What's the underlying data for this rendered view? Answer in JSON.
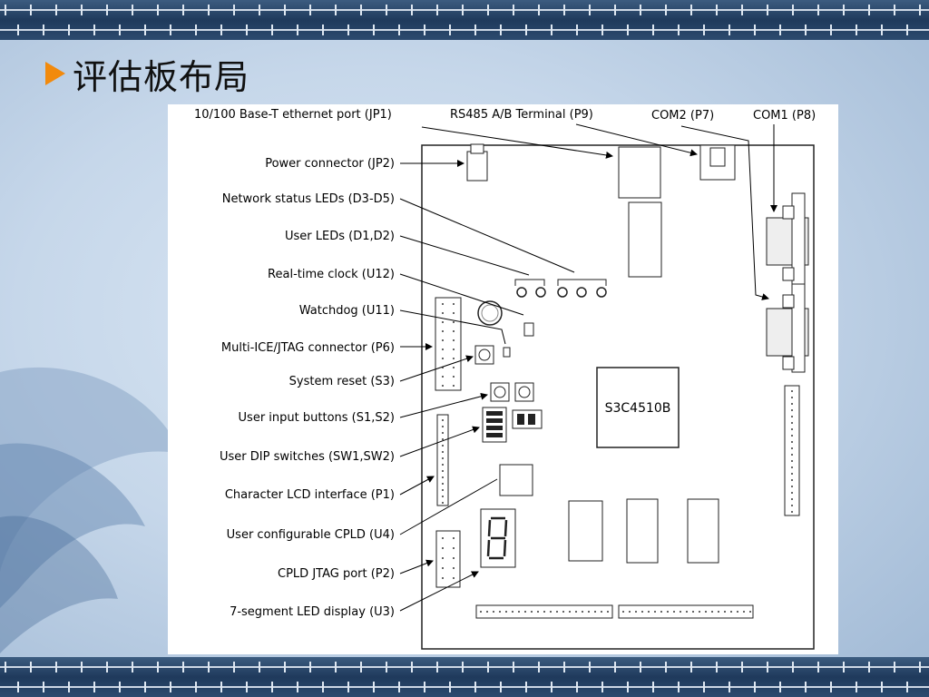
{
  "slide": {
    "title": "评估板布局"
  },
  "diagram": {
    "top_labels": [
      "10/100 Base-T ethernet port (JP1)",
      "RS485 A/B Terminal (P9)",
      "COM2 (P7)",
      "COM1 (P8)"
    ],
    "left_labels": [
      "Power connector (JP2)",
      "Network status LEDs (D3-D5)",
      "User LEDs (D1,D2)",
      "Real-time clock (U12)",
      "Watchdog (U11)",
      "Multi-ICE/JTAG connector (P6)",
      "System reset (S3)",
      "User input buttons (S1,S2)",
      "User DIP switches (SW1,SW2)",
      "Character LCD interface (P1)",
      "User configurable CPLD (U4)",
      "CPLD JTAG port (P2)",
      "7-segment LED display (U3)"
    ],
    "chip_label": "S3C4510B"
  },
  "colors": {
    "accent": "#f28a0c",
    "band": "#1f3a5c",
    "line": "#000000"
  }
}
